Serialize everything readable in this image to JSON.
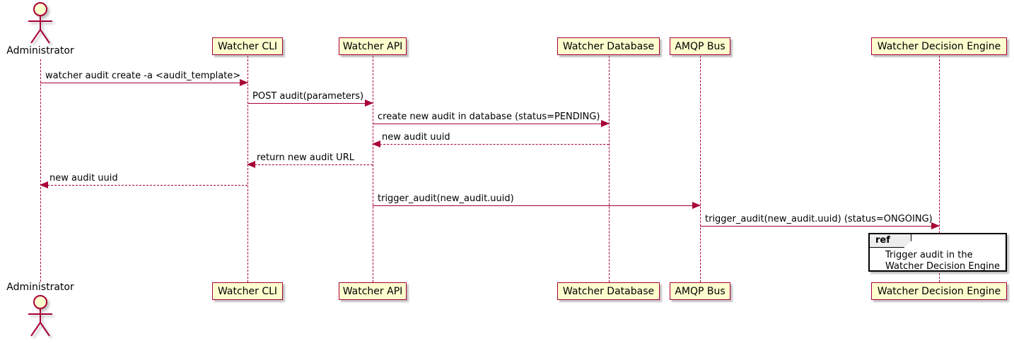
{
  "diagram": {
    "type": "uml-sequence",
    "colors": {
      "participant_fill": "#fefece",
      "stroke": "#a80036",
      "text": "#000000",
      "ref_header_fill": "#eeeeee",
      "ref_border": "#000000",
      "background": "#ffffff"
    },
    "participants": [
      {
        "id": "administrator",
        "label": "Administrator",
        "type": "actor"
      },
      {
        "id": "watcher-cli",
        "label": "Watcher CLI",
        "type": "participant"
      },
      {
        "id": "watcher-api",
        "label": "Watcher API",
        "type": "participant"
      },
      {
        "id": "watcher-database",
        "label": "Watcher Database",
        "type": "participant"
      },
      {
        "id": "amqp-bus",
        "label": "AMQP Bus",
        "type": "participant"
      },
      {
        "id": "watcher-decision-engine",
        "label": "Watcher Decision Engine",
        "type": "participant"
      }
    ],
    "messages": [
      {
        "from": "Administrator",
        "to": "Watcher CLI",
        "text": "watcher audit create -a <audit_template>",
        "line": "solid",
        "direction": "right"
      },
      {
        "from": "Watcher CLI",
        "to": "Watcher API",
        "text": "POST audit(parameters)",
        "line": "solid",
        "direction": "right"
      },
      {
        "from": "Watcher API",
        "to": "Watcher Database",
        "text": "create new audit in database (status=PENDING)",
        "line": "solid",
        "direction": "right"
      },
      {
        "from": "Watcher Database",
        "to": "Watcher API",
        "text": "new audit uuid",
        "line": "dashed",
        "direction": "left"
      },
      {
        "from": "Watcher API",
        "to": "Watcher CLI",
        "text": "return new audit URL",
        "line": "dashed",
        "direction": "left"
      },
      {
        "from": "Watcher CLI",
        "to": "Administrator",
        "text": "new audit uuid",
        "line": "dashed",
        "direction": "left"
      },
      {
        "from": "Watcher API",
        "to": "AMQP Bus",
        "text": "trigger_audit(new_audit.uuid)",
        "line": "solid",
        "direction": "right"
      },
      {
        "from": "AMQP Bus",
        "to": "Watcher Decision Engine",
        "text": "trigger_audit(new_audit.uuid) (status=ONGOING)",
        "line": "solid",
        "direction": "right"
      }
    ],
    "ref": {
      "keyword": "ref",
      "over": "Watcher Decision Engine",
      "line1": "Trigger audit in the",
      "line2": "Watcher Decision Engine"
    }
  }
}
